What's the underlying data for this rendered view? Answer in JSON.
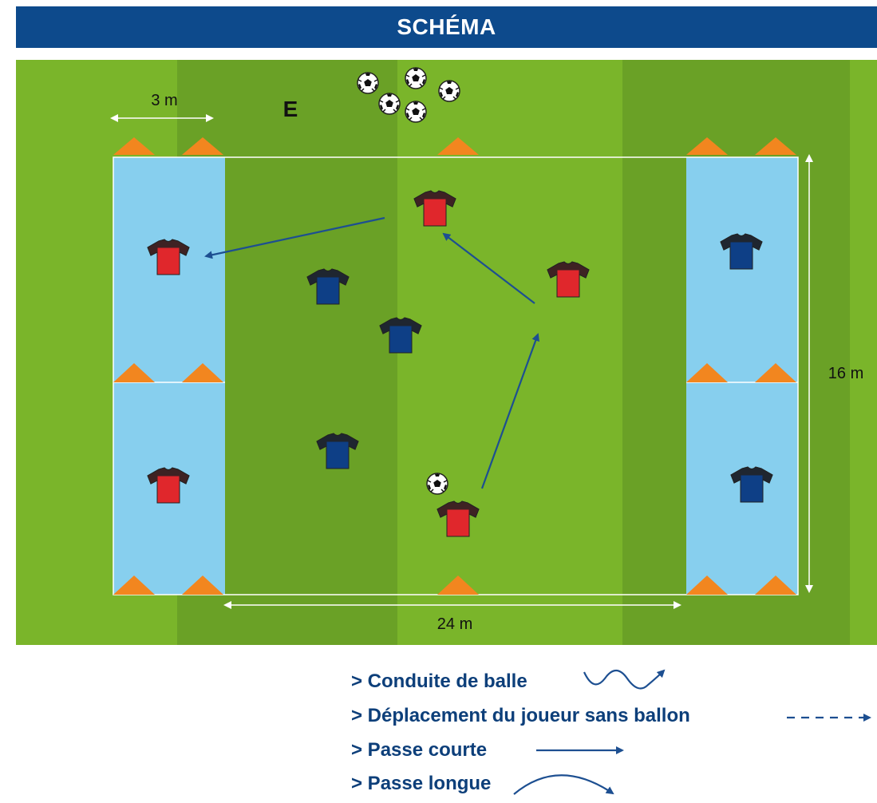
{
  "header": {
    "title": "SCHÉMA"
  },
  "field": {
    "zone_label": "E",
    "width_label": "3 m",
    "length_label": "24 m",
    "height_label": "16 m"
  },
  "legend": {
    "items": [
      {
        "label": "> Conduite de balle",
        "symbol": "wavy-arrow"
      },
      {
        "label": "> Déplacement du joueur sans ballon",
        "symbol": "dashed-arrow"
      },
      {
        "label": "> Passe courte",
        "symbol": "straight-arrow"
      },
      {
        "label": "> Passe longue",
        "symbol": "curved-arrow"
      }
    ]
  },
  "colors": {
    "header": "#0d4a8c",
    "grass_light": "#7ab52a",
    "grass_dark": "#6aa126",
    "zone": "#87cfee",
    "cone": "#f2861f",
    "team_red": "#e0272c",
    "team_blue": "#0e3f86",
    "arrow": "#1d4f91"
  }
}
